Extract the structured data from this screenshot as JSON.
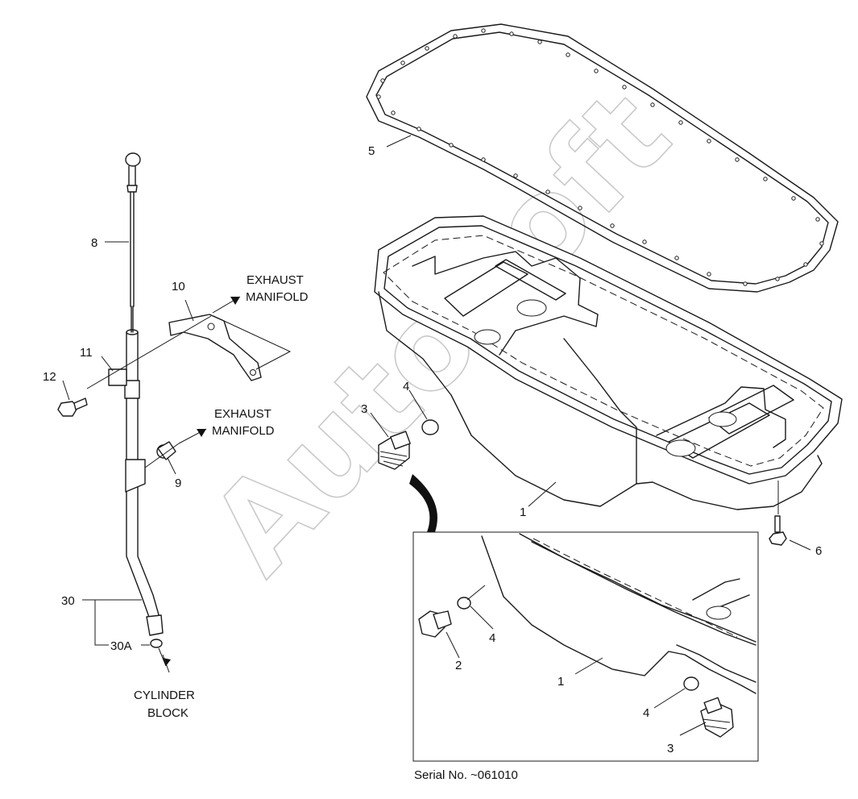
{
  "diagram": {
    "callouts": {
      "c1_main": "1",
      "c5": "5",
      "c3_main": "3",
      "c4_main": "4",
      "c6": "6",
      "c8": "8",
      "c10": "10",
      "c11": "11",
      "c12": "12",
      "c9": "9",
      "c30": "30",
      "c30a": "30A",
      "c1_inset": "1",
      "c2_inset": "2",
      "c4_inset_a": "4",
      "c4_inset_b": "4",
      "c3_inset": "3"
    },
    "notes": {
      "exhaust_manifold_1_line1": "EXHAUST",
      "exhaust_manifold_1_line2": "MANIFOLD",
      "exhaust_manifold_2_line1": "EXHAUST",
      "exhaust_manifold_2_line2": "MANIFOLD",
      "cylinder_block_line1": "CYLINDER",
      "cylinder_block_line2": "BLOCK"
    },
    "inset_caption": "Serial No. ~061010",
    "watermark": "AutoSoft"
  }
}
